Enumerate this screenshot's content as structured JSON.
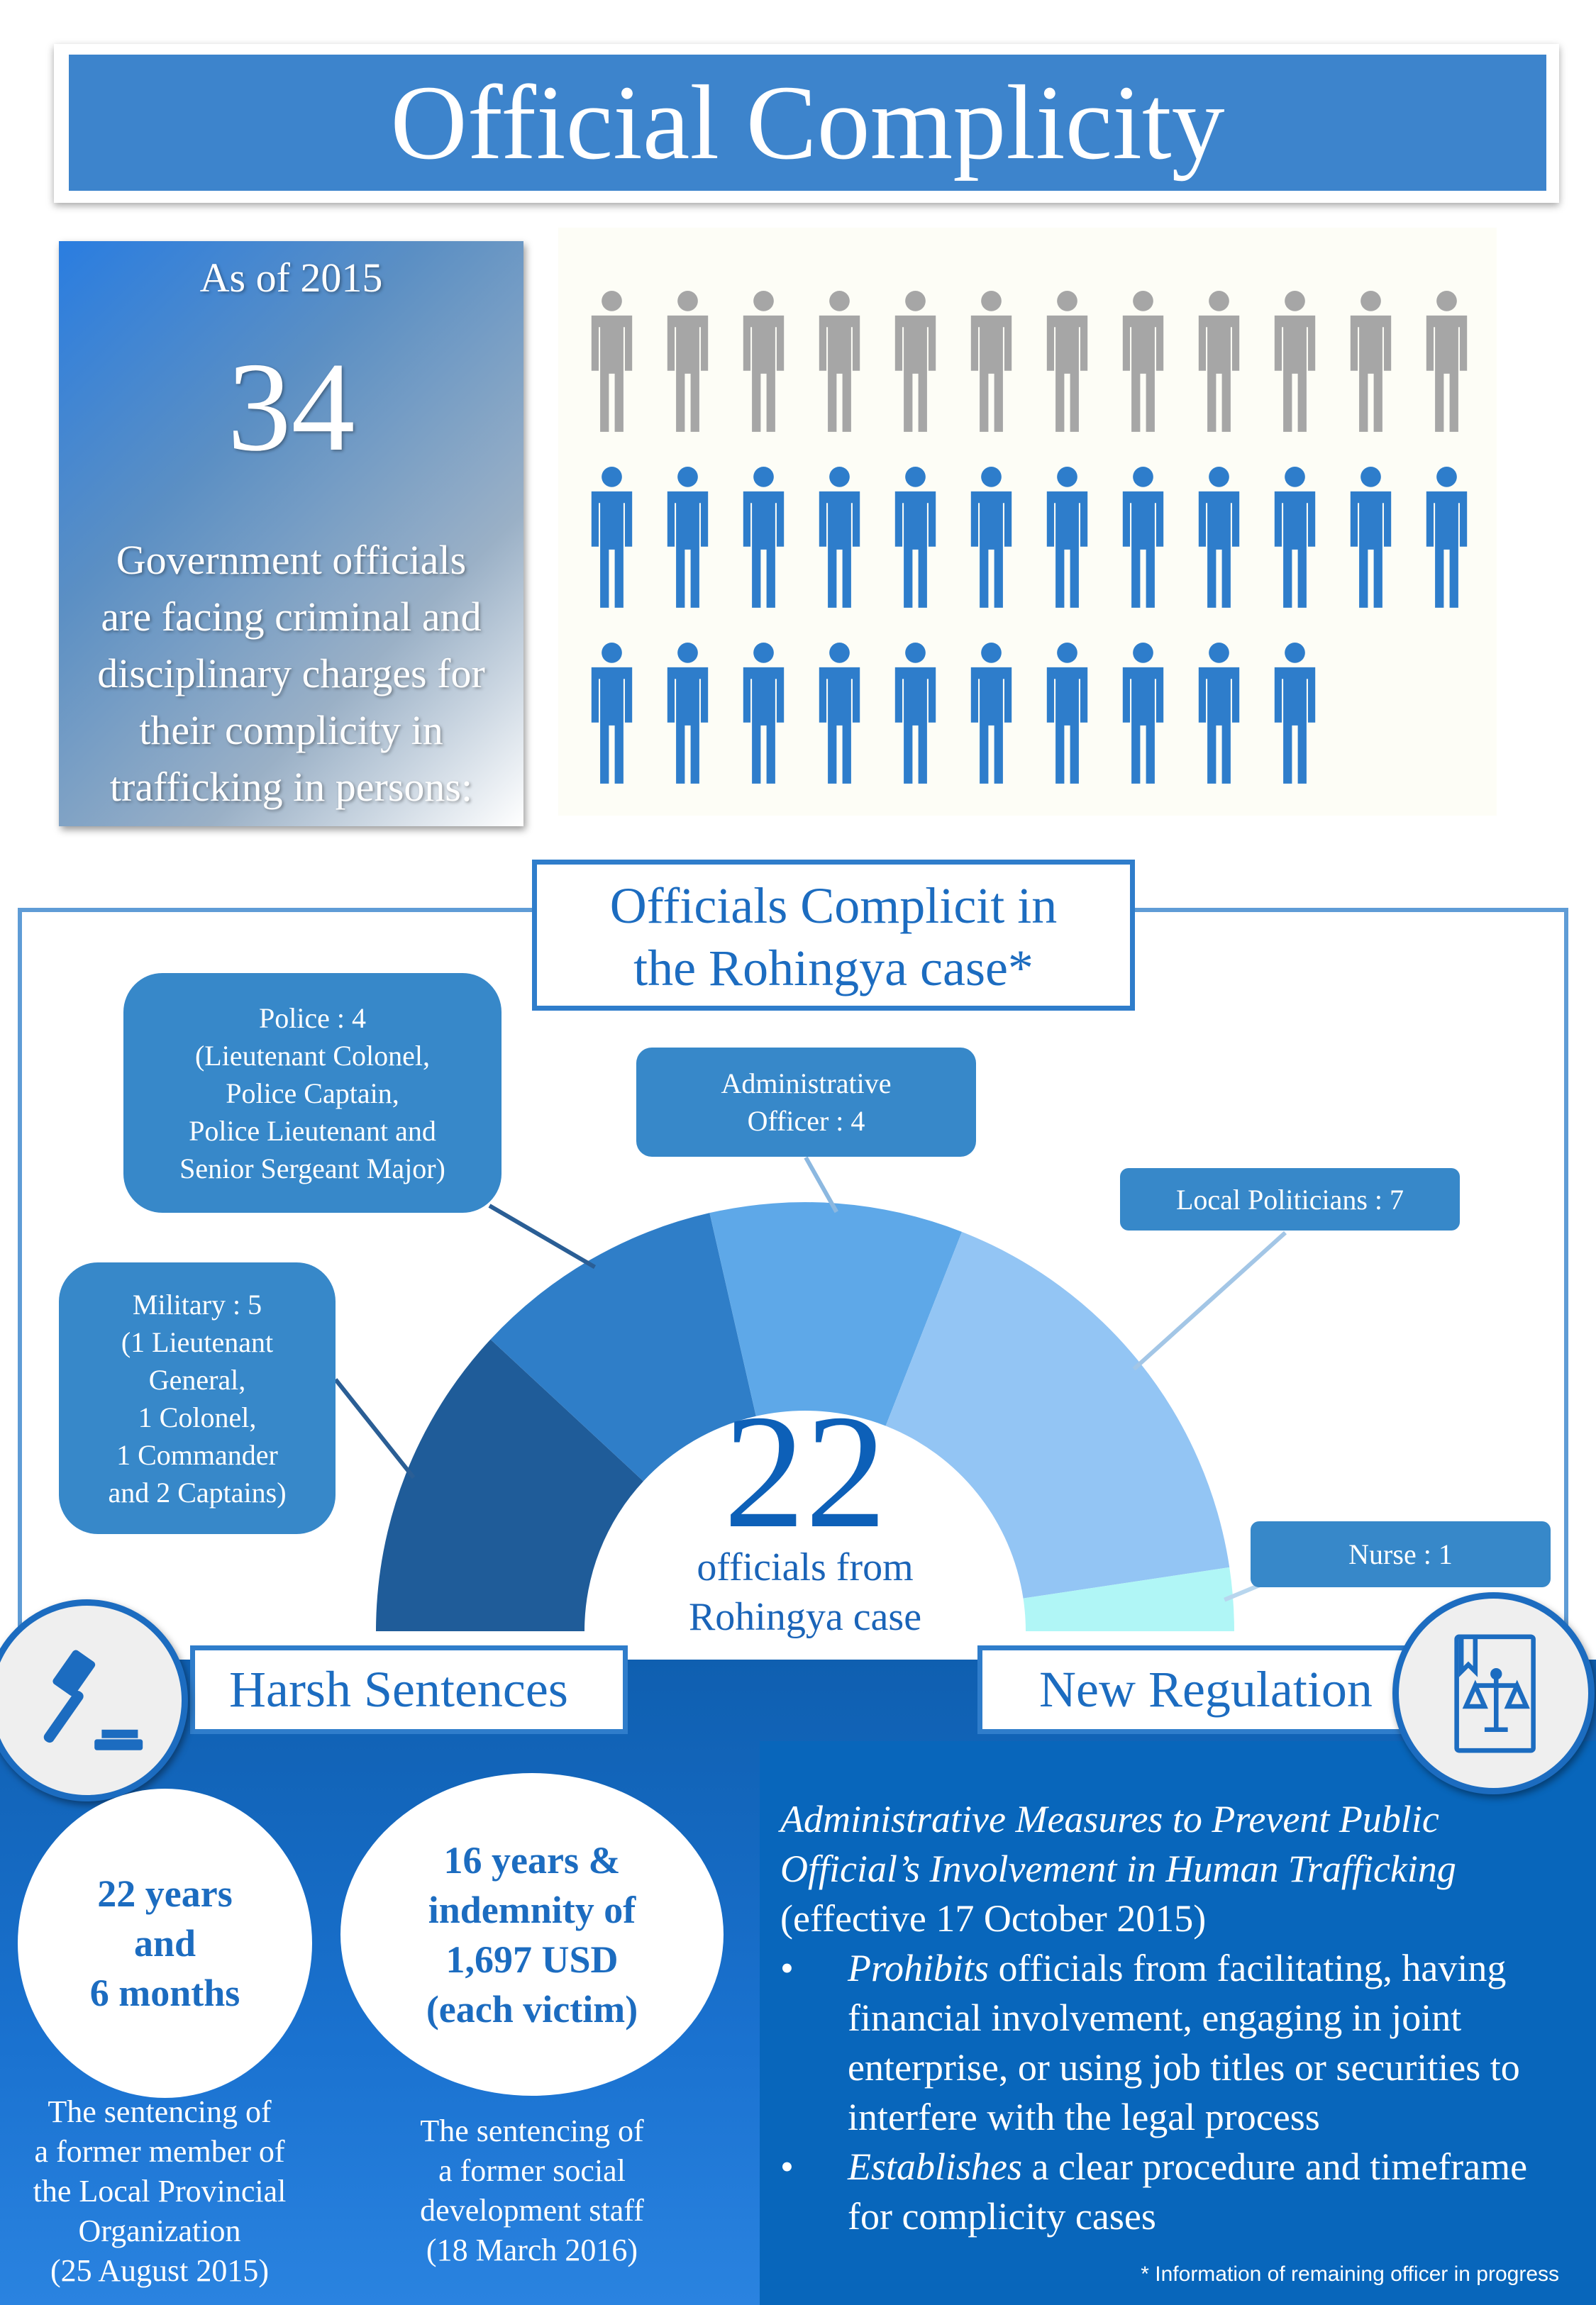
{
  "title": "Official Complicity",
  "stat": {
    "as_of": "As of 2015",
    "number": "34",
    "description": [
      "Government officials",
      "are facing criminal and",
      "disciplinary charges for",
      "their complicity in",
      "trafficking in persons:"
    ]
  },
  "people": {
    "total": 34,
    "grey_count": 12,
    "blue_count": 22,
    "per_row": 12,
    "grey_color": "#a6a6a6",
    "blue_color": "#2e7dcb"
  },
  "chart_title": [
    "Officials Complicit in",
    "the Rohingya case*"
  ],
  "chart_data": {
    "type": "pie",
    "subtype": "half-donut",
    "title": "Officials Complicit in the Rohingya case*",
    "categories": [
      "Military",
      "Police",
      "Administrative Officer",
      "Local Politicians",
      "Nurse"
    ],
    "values": [
      5,
      4,
      4,
      7,
      1
    ],
    "colors": [
      "#1f5c99",
      "#2f7ec8",
      "#5ea8e8",
      "#93c5f4",
      "#b0f6f6"
    ],
    "center_value": "22",
    "center_label": [
      "officials from",
      "Rohingya case"
    ]
  },
  "callouts": {
    "police": [
      "Police : 4",
      "(Lieutenant Colonel,",
      "Police Captain,",
      "Police Lieutenant and",
      "Senior Sergeant Major)"
    ],
    "admin": [
      "Administrative",
      "Officer  : 4"
    ],
    "local": [
      "Local Politicians : 7"
    ],
    "military": [
      "Military : 5",
      "(1 Lieutenant",
      "General,",
      "1 Colonel,",
      "1 Commander",
      "and 2 Captains)"
    ],
    "nurse": [
      "Nurse : 1"
    ]
  },
  "harsh": {
    "heading": "Harsh Sentences",
    "sentence1": [
      "22 years",
      "and",
      "6 months"
    ],
    "caption1": [
      "The sentencing of",
      "a former member of",
      "the Local Provincial",
      "Organization",
      "(25 August 2015)"
    ],
    "sentence2": [
      "16 years &",
      "indemnity of",
      "1,697 USD",
      "(each victim)"
    ],
    "caption2": [
      "The sentencing of",
      "a former social",
      "development staff",
      "(18 March 2016)"
    ]
  },
  "regulation": {
    "heading": "New Regulation",
    "title_line1": "Administrative Measures to Prevent Public",
    "title_line2": "Official’s Involvement in Human Trafficking",
    "effective": "(effective 17 October 2015)",
    "bullet1_em": "Prohibits",
    "bullet1_rest": " officials from facilitating, having financial involvement, engaging in joint enterprise, or using job titles or securities to interfere with the legal process",
    "bullet2_em": "Establishes",
    "bullet2_rest": "  a clear procedure and timeframe for complicity cases"
  },
  "footnote": "* Information of remaining officer in progress"
}
